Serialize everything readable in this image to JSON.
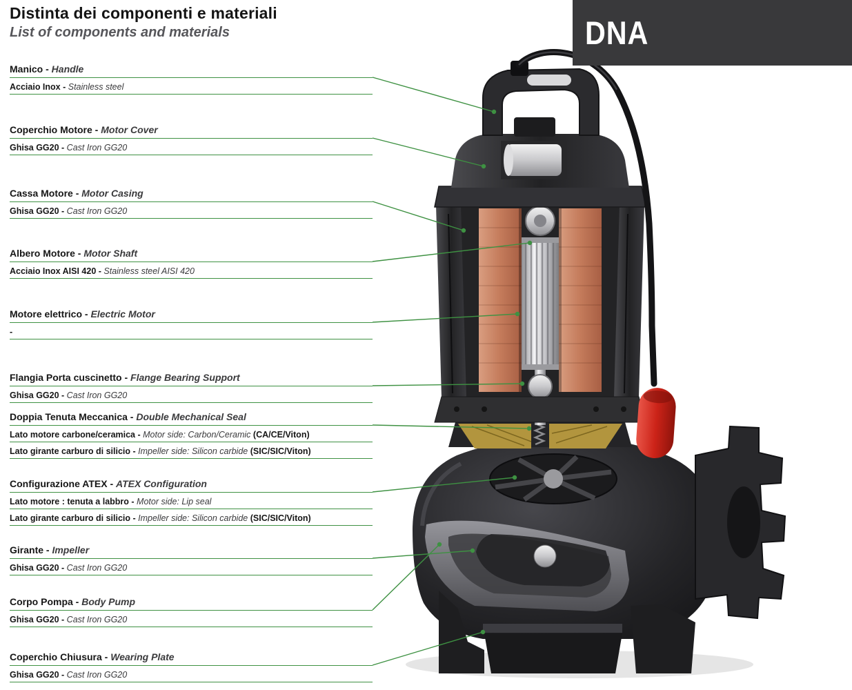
{
  "header": {
    "title_it": "Distinta dei componenti e materiali",
    "title_en": "List of components and materials",
    "badge": "DNA"
  },
  "colors": {
    "leader_green": "#3E9142",
    "badge_bg": "#39393b",
    "float_red": "#cc2318"
  },
  "labels": [
    {
      "it": "Manico - ",
      "en": "Handle",
      "rows": [
        {
          "it": "Acciaio Inox - ",
          "en": "Stainless steel"
        }
      ]
    },
    {
      "it": "Coperchio Motore - ",
      "en": "Motor Cover",
      "rows": [
        {
          "it": "Ghisa GG20 - ",
          "en": "Cast Iron GG20"
        }
      ]
    },
    {
      "it": "Cassa Motore - ",
      "en": "Motor Casing",
      "rows": [
        {
          "it": "Ghisa GG20 - ",
          "en": "Cast Iron GG20"
        }
      ]
    },
    {
      "it": "Albero Motore - ",
      "en": "Motor Shaft",
      "rows": [
        {
          "it": "Acciaio Inox AISI 420 - ",
          "en": "Stainless steel AISI 420"
        }
      ]
    },
    {
      "it": "Motore elettrico - ",
      "en": "Electric Motor",
      "rows": [
        {
          "it": "-",
          "en": ""
        }
      ]
    },
    {
      "it": "Flangia Porta cuscinetto - ",
      "en": "Flange Bearing Support",
      "rows": [
        {
          "it": "Ghisa GG20 - ",
          "en": "Cast Iron GG20"
        }
      ]
    },
    {
      "it": "Doppia Tenuta Meccanica - ",
      "en": "Double Mechanical Seal",
      "rows": [
        {
          "it": "Lato motore carbone/ceramica - ",
          "en": "Motor side: Carbon/Ceramic ",
          "suffix": "(CA/CE/Viton)"
        },
        {
          "it": "Lato girante carburo di silicio - ",
          "en": "Impeller side: Silicon carbide ",
          "suffix": "(SIC/SIC/Viton)"
        }
      ]
    },
    {
      "it": "Configurazione ATEX - ",
      "en": "ATEX Configuration",
      "rows": [
        {
          "it": "Lato motore : tenuta a labbro - ",
          "en": "Motor side: Lip seal"
        },
        {
          "it": "Lato girante carburo di silicio - ",
          "en": "Impeller side: Silicon carbide ",
          "suffix": "(SIC/SIC/Viton)"
        }
      ]
    },
    {
      "it": "Girante - ",
      "en": "Impeller",
      "rows": [
        {
          "it": "Ghisa GG20 - ",
          "en": "Cast Iron GG20"
        }
      ]
    },
    {
      "it": "Corpo Pompa - ",
      "en": "Body Pump",
      "rows": [
        {
          "it": "Ghisa GG20 - ",
          "en": "Cast Iron GG20"
        }
      ]
    },
    {
      "it": "Coperchio Chiusura - ",
      "en": "Wearing Plate",
      "rows": [
        {
          "it": "Ghisa GG20 - ",
          "en": "Cast Iron GG20"
        }
      ]
    }
  ]
}
